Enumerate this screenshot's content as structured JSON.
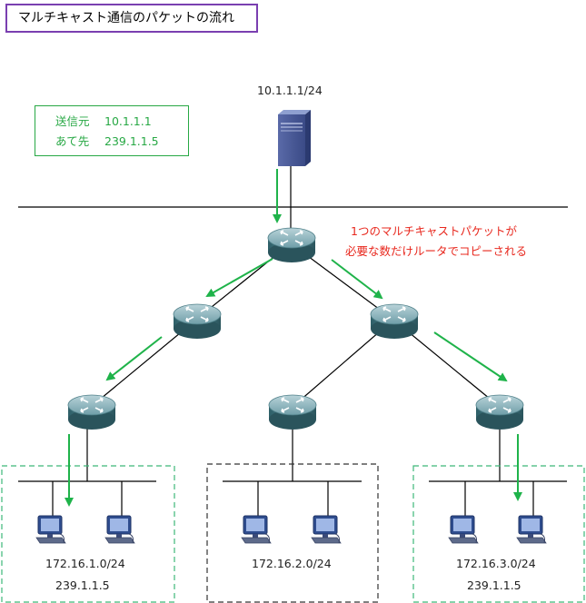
{
  "title": "マルチキャスト通信のパケットの流れ",
  "source": {
    "key_label": "送信元",
    "value": "10.1.1.1"
  },
  "destination": {
    "key_label": "あて先",
    "value": "239.1.1.5"
  },
  "server_network": "10.1.1.1/24",
  "note": {
    "line1": "1つのマルチキャストパケットが",
    "line2": "必要な数だけルータでコピーされる"
  },
  "lans": [
    {
      "network": "172.16.1.0/24",
      "group": "239.1.1.5",
      "member": true
    },
    {
      "network": "172.16.2.0/24",
      "group": "",
      "member": false
    },
    {
      "network": "172.16.3.0/24",
      "group": "239.1.1.5",
      "member": true
    }
  ],
  "colors": {
    "member_border": "#3cb878",
    "nonmember_border": "#333333",
    "flow_arrow": "#1fb34a",
    "note_text": "#e8281e",
    "title_border": "#7a3fb0"
  },
  "icons": [
    "server-icon",
    "router-icon",
    "pc-icon"
  ]
}
